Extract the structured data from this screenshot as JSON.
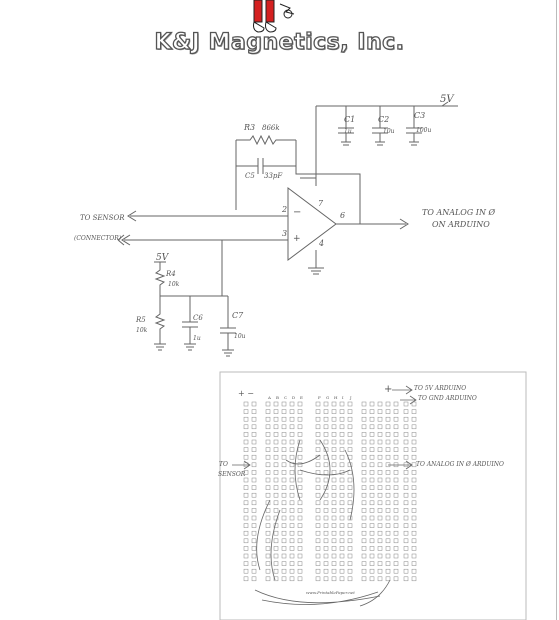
{
  "logo": {
    "company": "K&J Magnetics, Inc.",
    "mascot_icon": "magnet-mascot-icon"
  },
  "schematic": {
    "supply_label": "5V",
    "c1": {
      "name": "C1",
      "value": "1u"
    },
    "c2": {
      "name": "C2",
      "value": "10u"
    },
    "c3": {
      "name": "C3",
      "value": "100u"
    },
    "r3": {
      "name": "R3",
      "value": "866k"
    },
    "c5": {
      "name": "C5",
      "value": "33pF"
    },
    "sensor_label_1": "TO SENSOR",
    "sensor_label_2": "(CONNECTOR)",
    "output_label_1": "TO ANALOG IN Ø",
    "output_label_2": "ON ARDUINO",
    "pin_inv": "2",
    "pin_noninv": "3",
    "pin_vcc": "7",
    "pin_out": "6",
    "pin_gnd": "4",
    "minus_sign": "−",
    "plus_sign": "+",
    "divider_supply": "5V",
    "r4": {
      "name": "R4",
      "value": "10k"
    },
    "r5": {
      "name": "R5",
      "value": "10k"
    },
    "c6": {
      "name": "C6",
      "value": "1u"
    },
    "c7": {
      "name": "C7",
      "value": "10u"
    }
  },
  "breadboard": {
    "plus_left": "+ −",
    "plus_right": "+",
    "to_5v": "TO 5V ARDUINO",
    "to_gnd": "TO GND ARDUINO",
    "to_sensor_1": "TO",
    "to_sensor_2": "SENSOR",
    "to_analog": "TO ANALOG IN Ø ARDUINO",
    "footer": "www.PrintablePaper.net",
    "column_letters": [
      "A",
      "B",
      "C",
      "D",
      "E",
      "F",
      "G",
      "H",
      "I",
      "J"
    ]
  }
}
